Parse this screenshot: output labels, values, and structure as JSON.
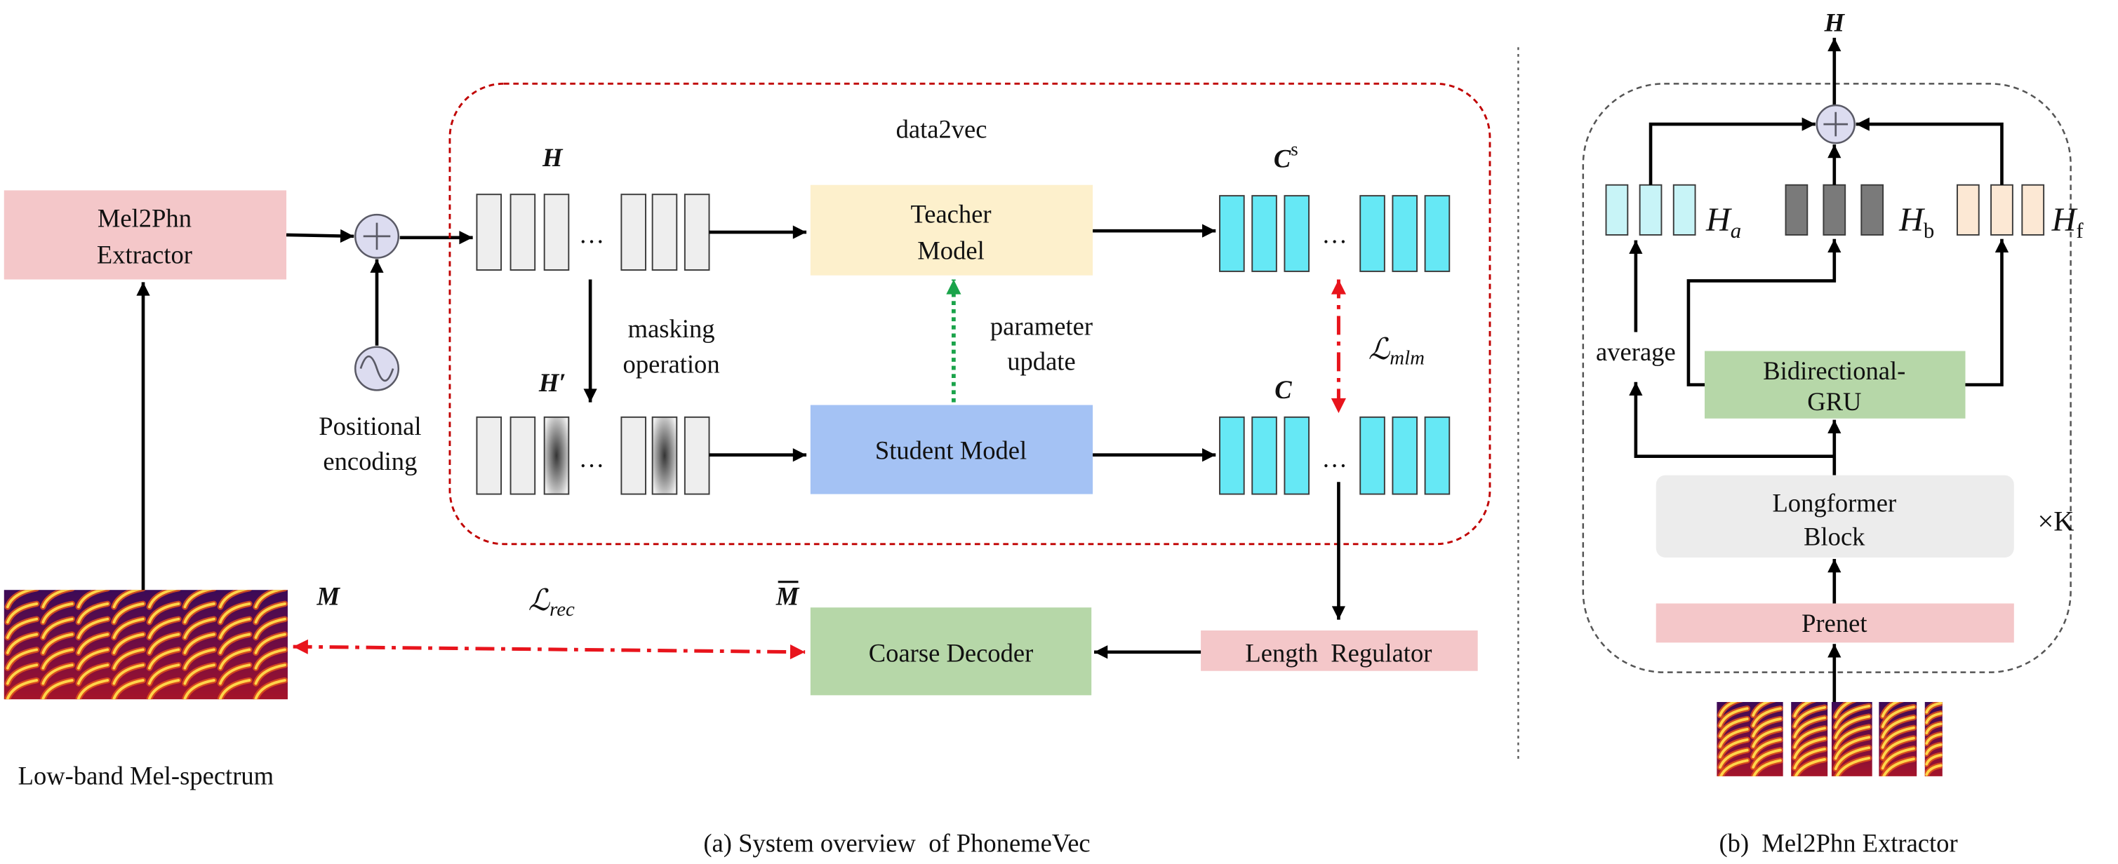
{
  "panel_a": {
    "mel2phn_box": {
      "lines": [
        "Mel2Phn",
        "Extractor"
      ]
    },
    "add_icon": "plus-circle-icon",
    "positional_encoding": {
      "lines": [
        "Positional",
        "encoding"
      ],
      "icon": "sine-wave-icon"
    },
    "spectrogram_label": "Low-band Mel-spectrum",
    "symbol_m": "M",
    "symbol_m_bar": "M",
    "loss_rec": {
      "symbol": "ℒ",
      "sub": "rec"
    },
    "frame_label": "data2vec",
    "h_label": "H",
    "h_prime_label": {
      "main": "H",
      "prime": "′"
    },
    "ellipsis": "…",
    "teacher_model": {
      "lines": [
        "Teacher",
        "Model"
      ]
    },
    "student_model": "Student Model",
    "masking_operation": {
      "lines": [
        "masking",
        "operation"
      ]
    },
    "parameter_update": {
      "lines": [
        "parameter",
        "update"
      ]
    },
    "cs_label": {
      "main": "C",
      "sup": "s"
    },
    "c_label": "C",
    "loss_mlm": {
      "symbol": "ℒ",
      "sub": "mlm"
    },
    "length_regulator": "Length  Regulator",
    "coarse_decoder": "Coarse Decoder",
    "caption": "(a) System overview  of PhonemeVec"
  },
  "panel_b": {
    "output_label": "H",
    "add_icon": "plus-circle-icon",
    "ha": {
      "main": "H",
      "sub": "a"
    },
    "hb": {
      "main": "H",
      "sub": "b"
    },
    "hf": {
      "main": "H",
      "sub": "f"
    },
    "average": "average",
    "gru": {
      "lines": [
        "Bidirectional-",
        "GRU"
      ]
    },
    "longformer": {
      "lines": [
        "Longformer",
        "Block"
      ]
    },
    "repeat": "×K",
    "prenet": "Prenet",
    "caption": "(b)  Mel2Phn Extractor"
  },
  "colors": {
    "pink_box": "#f4c7c9",
    "yellow_box": "#fdf0cc",
    "blue_box": "#a4c2f4",
    "green_box": "#b6d7a8",
    "gray_box": "#ececec",
    "cyan_bar": "#66e8f5",
    "light_cyan_bar": "#c8f4f7",
    "dark_gray_bar": "#7a7a7a",
    "peach_bar": "#fce8d4",
    "loss_arrow": "#e8141c",
    "update_arrow": "#1aa34a",
    "mask_border": "#c00000"
  }
}
